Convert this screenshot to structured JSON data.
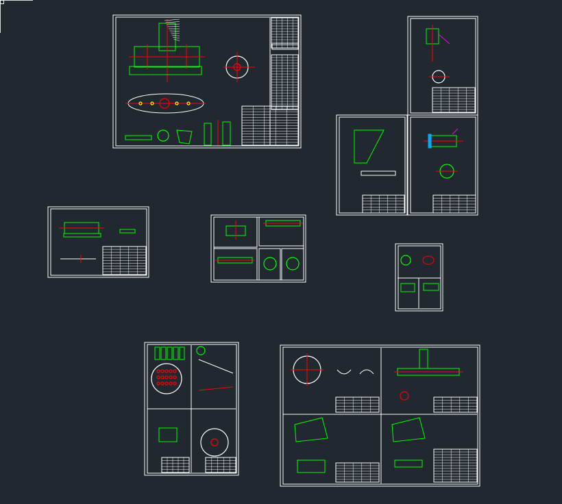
{
  "viewport": {
    "background": "#212830"
  },
  "colors": {
    "frame": "#ffffff",
    "outline": "#00ff00",
    "centerline": "#ff0000",
    "dimension": "#ff00ff",
    "highlight": "#ffff00"
  },
  "sheets": [
    {
      "id": "assembly-drawing"
    },
    {
      "id": "part-sheet-a"
    },
    {
      "id": "part-sheet-b"
    },
    {
      "id": "part-sheet-c"
    },
    {
      "id": "part-sheet-d"
    },
    {
      "id": "part-sheet-e"
    },
    {
      "id": "part-sheet-f"
    },
    {
      "id": "part-sheet-g"
    },
    {
      "id": "part-sheet-h"
    }
  ]
}
